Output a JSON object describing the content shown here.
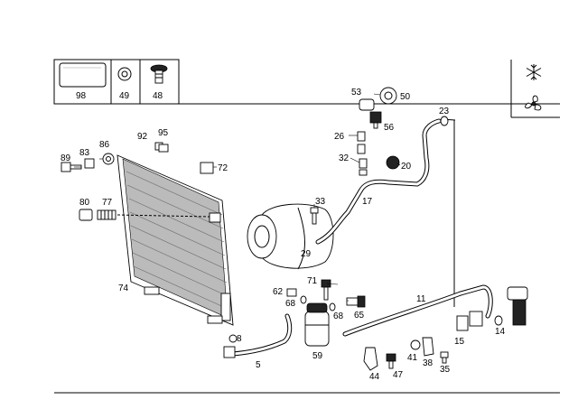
{
  "header_boxes": [
    {
      "part_no": "98",
      "icon": "sticker-label-icon"
    },
    {
      "part_no": "49",
      "icon": "washer-icon"
    },
    {
      "part_no": "48",
      "icon": "clip-icon"
    }
  ],
  "category_icons": [
    "snowflake-icon",
    "fan-icon"
  ],
  "callouts": {
    "c53": "53",
    "c50": "50",
    "c56": "56",
    "c23": "23",
    "c92": "92",
    "c95": "95",
    "c26": "26",
    "c89": "89",
    "c83": "83",
    "c86": "86",
    "c72": "72",
    "c32": "32",
    "c20": "20",
    "c80": "80",
    "c77": "77",
    "c33": "33",
    "c17": "17",
    "c29": "29",
    "c74": "74",
    "c71": "71",
    "c62": "62",
    "c68a": "68",
    "c68b": "68",
    "c65": "65",
    "c11": "11",
    "c8": "8",
    "c59": "59",
    "c41": "41",
    "c38": "38",
    "c15": "15",
    "c14": "14",
    "c5": "5",
    "c44": "44",
    "c47": "47",
    "c35": "35"
  }
}
